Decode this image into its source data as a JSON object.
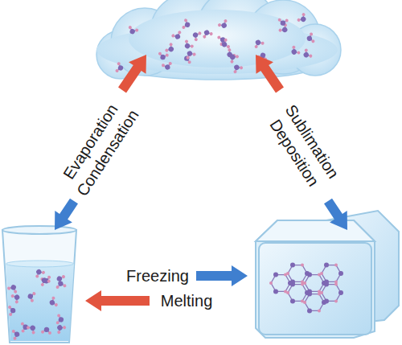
{
  "diagram": {
    "labels": [
      "Evaporation",
      "Condensation",
      "Sublimation",
      "Deposition",
      "Freezing",
      "Melting"
    ]
  }
}
